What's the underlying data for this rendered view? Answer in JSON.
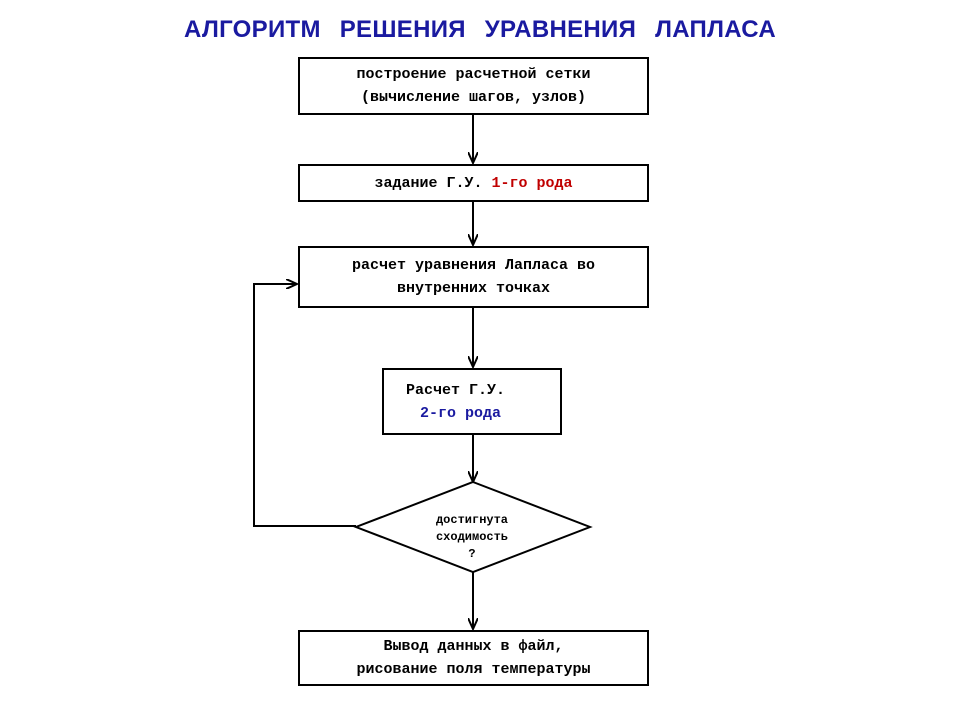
{
  "title": "АЛГОРИТМ  РЕШЕНИЯ  УРАВНЕНИЯ  ЛАПЛАСА",
  "steps": {
    "grid": {
      "line1": "построение расчетной сетки",
      "line2": "(вычисление шагов, узлов)"
    },
    "bc1": {
      "prefix": "задание Г.У. ",
      "highlight": "1-го рода"
    },
    "laplace": {
      "line1": "расчет уравнения Лапласа во",
      "line2": "внутренних точках"
    },
    "bc2": {
      "line1": "Расчет Г.У.",
      "highlight": "2-го рода"
    },
    "decision": {
      "line1": "достигнута",
      "line2": "сходимость",
      "line3": "?"
    },
    "output": {
      "line1": "Вывод данных в файл,",
      "line2": "рисование поля температуры"
    }
  },
  "colors": {
    "title": "#1a1aa0",
    "first_kind": "#c00000",
    "second_kind": "#1a1aa0",
    "line": "#000000"
  }
}
